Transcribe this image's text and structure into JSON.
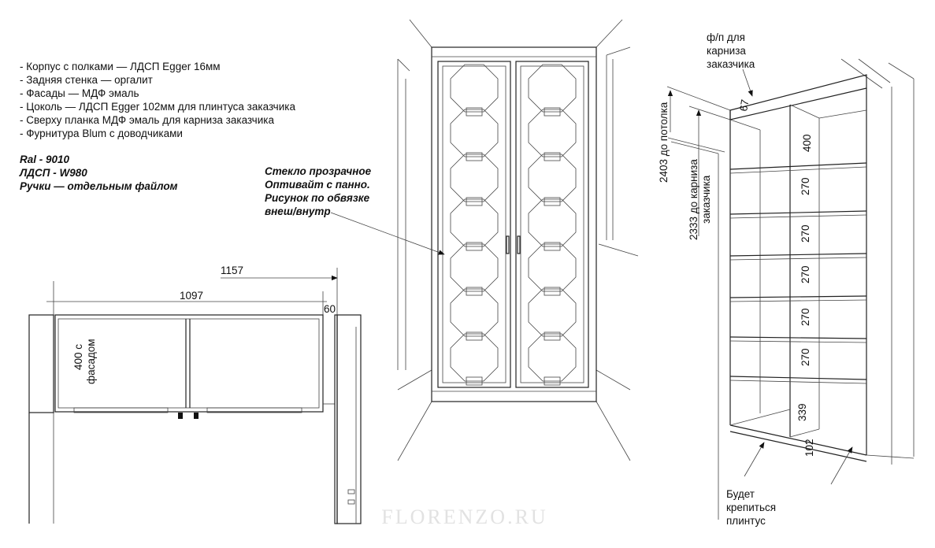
{
  "specs": {
    "items": [
      "- Корпус с полками — ЛДСП Egger 16мм",
      "- Задняя стенка — оргалит",
      "- Фасады — МДФ эмаль",
      "- Цоколь — ЛДСП Egger 102мм для плинтуса заказчика",
      "- Сверху планка МДФ эмаль для карниза заказчика",
      "- Фурнитура Blum с доводчиками"
    ],
    "colors": [
      "Ral - 9010",
      "ЛДСП - W980",
      "Ручки — отдельным файлом"
    ]
  },
  "plan": {
    "dim_total": "1157",
    "dim_width": "1097",
    "dim_gap": "60",
    "depth_line1": "400 с",
    "depth_line2": "фасадом"
  },
  "elevation": {
    "note": [
      "Стекло прозрачное",
      "Оптивайт с панно.",
      "Рисунок по обвязке",
      "внеш/внутр"
    ]
  },
  "iso": {
    "cornice_note": [
      "ф/п для",
      "карниза",
      "заказчика"
    ],
    "dim_top": "67",
    "ceiling": "2403 до потолка",
    "cornice_height": [
      "2333 до карниза",
      "заказчика"
    ],
    "shelves": [
      "400",
      "270",
      "270",
      "270",
      "270",
      "270",
      "339"
    ],
    "plinth": "102",
    "plinth_note": [
      "Будет",
      "крепиться",
      "плинтус"
    ]
  },
  "watermark": "FLORENZO.RU"
}
